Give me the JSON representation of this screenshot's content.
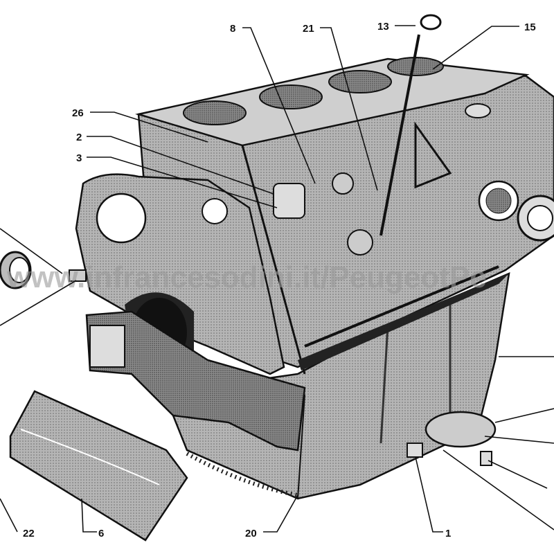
{
  "diagram": {
    "title": "Engine block exploded view",
    "watermark": "www.infrancesodini.it/PeugeotPe",
    "callouts": [
      {
        "id": "8",
        "label": "8"
      },
      {
        "id": "21",
        "label": "21"
      },
      {
        "id": "13",
        "label": "13"
      },
      {
        "id": "15",
        "label": "15"
      },
      {
        "id": "26",
        "label": "26"
      },
      {
        "id": "2",
        "label": "2"
      },
      {
        "id": "3",
        "label": "3"
      },
      {
        "id": "22",
        "label": "22"
      },
      {
        "id": "6",
        "label": "6"
      },
      {
        "id": "20",
        "label": "20"
      },
      {
        "id": "1",
        "label": "1"
      }
    ],
    "colors": {
      "ink": "#111111",
      "shade": "#9c9c9c",
      "light": "#c8c8c8",
      "dark": "#555555"
    }
  }
}
